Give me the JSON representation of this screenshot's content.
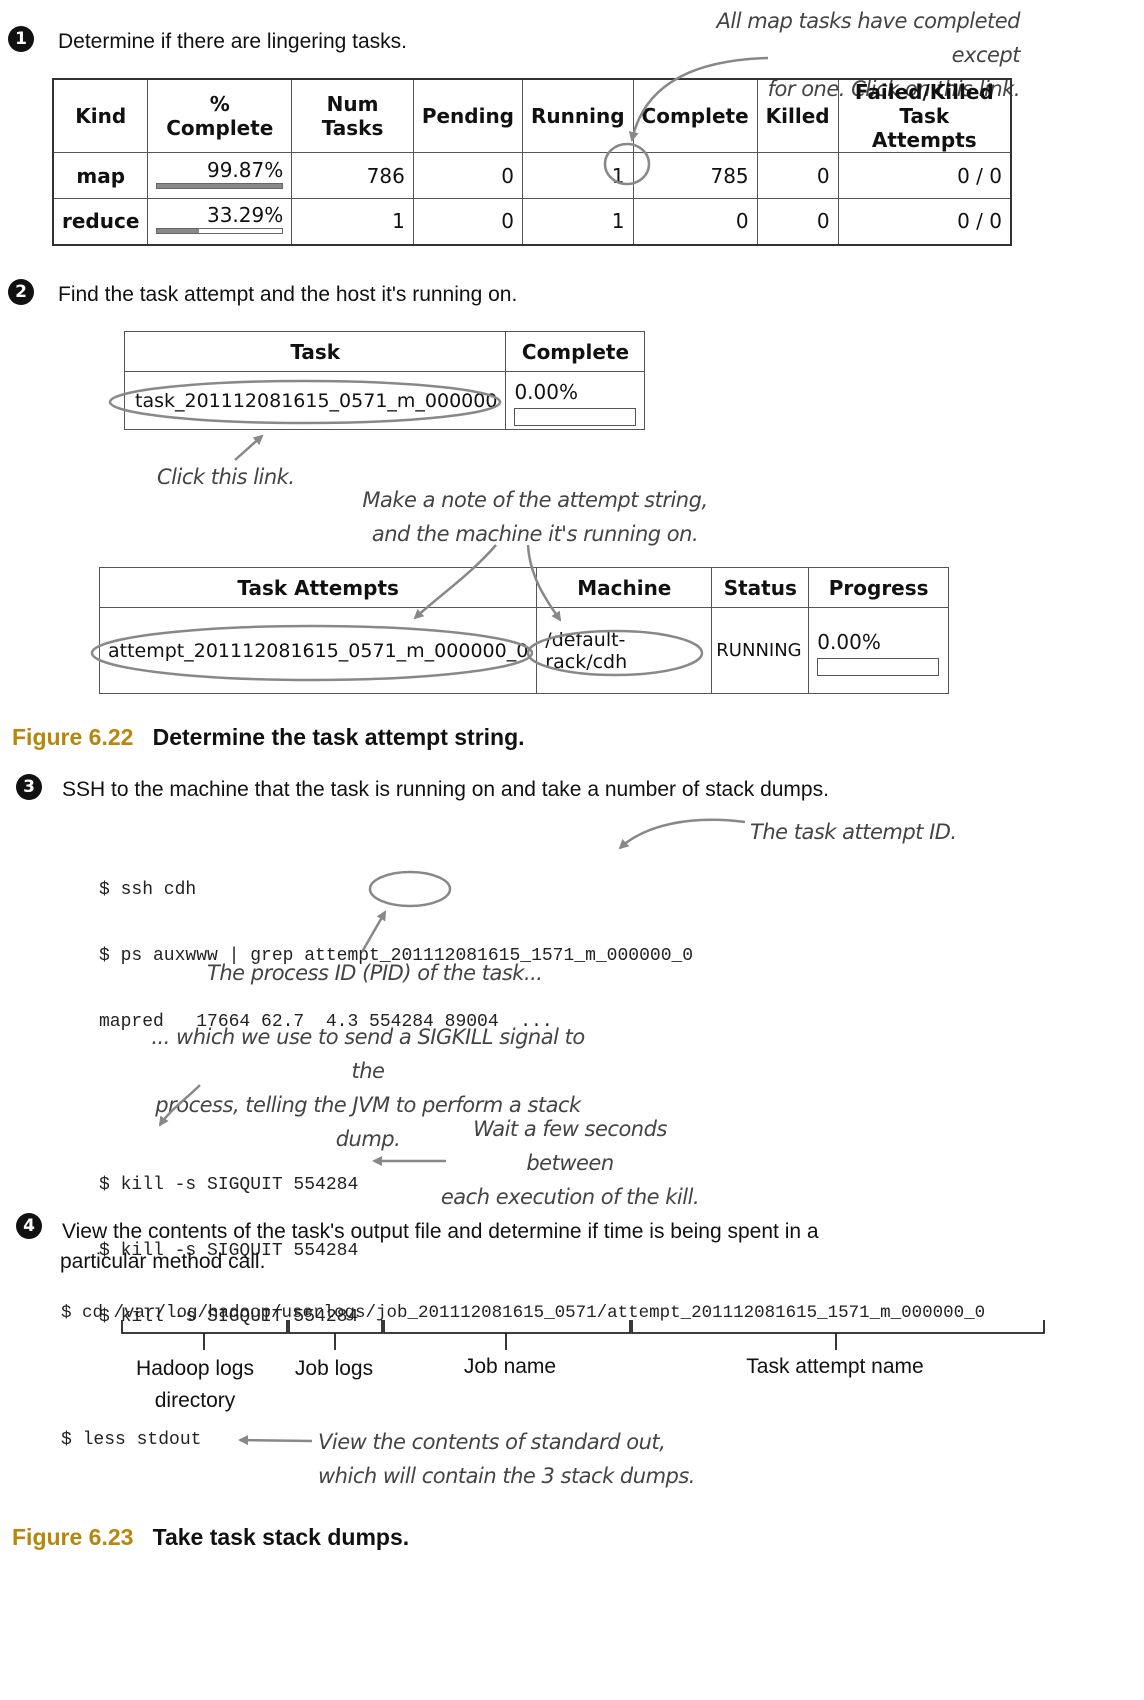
{
  "step1": {
    "num": "1",
    "text": "Determine if there are lingering tasks.",
    "note": [
      "All map tasks have completed except",
      "for one. Click on this link."
    ],
    "table": {
      "headers": [
        "Kind",
        "% Complete",
        "Num Tasks",
        "Pending",
        "Running",
        "Complete",
        "Killed",
        "Failed/Killed",
        "Task Attempts"
      ],
      "rows": [
        {
          "kind": "map",
          "pct": "99.87%",
          "pct_value": 99.87,
          "num_tasks": "786",
          "pending": "0",
          "running": "1",
          "complete": "785",
          "killed": "0",
          "failed": "0 / 0"
        },
        {
          "kind": "reduce",
          "pct": "33.29%",
          "pct_value": 33.29,
          "num_tasks": "1",
          "pending": "0",
          "running": "1",
          "complete": "0",
          "killed": "0",
          "failed": "0 / 0"
        }
      ]
    }
  },
  "step2": {
    "num": "2",
    "text": "Find the task attempt and the host it's running on.",
    "task_table": {
      "headers": [
        "Task",
        "Complete"
      ],
      "task": "task_201112081615_0571_m_000000",
      "complete": "0.00%"
    },
    "click_note": "Click this link.",
    "note": [
      "Make a note of the attempt string,",
      "and the machine it's running on."
    ],
    "attempt_table": {
      "headers": [
        "Task Attempts",
        "Machine",
        "Status",
        "Progress"
      ],
      "attempt": "attempt_201112081615_0571_m_000000_0",
      "machine": "/default-rack/cdh",
      "status": "RUNNING",
      "progress": "0.00%"
    }
  },
  "fig622": {
    "num": "Figure 6.22",
    "title": "Determine the task attempt string."
  },
  "step3": {
    "num": "3",
    "text": "SSH to the machine that the task is running on and take a number of stack dumps.",
    "code1": [
      "$ ssh cdh",
      "$ ps auxwww | grep attempt_201112081615_1571_m_000000_0",
      "mapred   17664 62.7  4.3 554284 89004  ..."
    ],
    "note_attempt": "The task attempt ID.",
    "note_pid": "The process ID (PID) of the task...",
    "note_kill": [
      "... which we use to send a SIGKILL signal to the",
      "process, telling the JVM to perform a stack dump."
    ],
    "code2": [
      "$ kill -s SIGQUIT 554284",
      "$ kill -s SIGQUIT 554284",
      "$ kill -s SIGQUIT 554284"
    ],
    "note_wait": [
      "Wait a few seconds between",
      "each execution of the kill."
    ]
  },
  "step4": {
    "num": "4",
    "text": [
      "View the contents of the task's output file and determine if time is being spent in a",
      "particular method call."
    ],
    "cd": "$ cd /var/log/hadoop/userlogs/job_201112081615_0571/attempt_201112081615_1571_m_000000_0",
    "labels": {
      "hadoop_logs": [
        "Hadoop logs",
        "directory"
      ],
      "job_logs": "Job logs",
      "job_name": "Job name",
      "attempt_name": "Task attempt name"
    },
    "less": "$ less stdout",
    "note_less": [
      "View the contents of standard out,",
      "which will contain the 3 stack dumps."
    ]
  },
  "fig623": {
    "num": "Figure 6.23",
    "title": "Take task stack dumps."
  },
  "colors": {
    "caption_accent": "#b8860b",
    "annotation": "#888888"
  }
}
